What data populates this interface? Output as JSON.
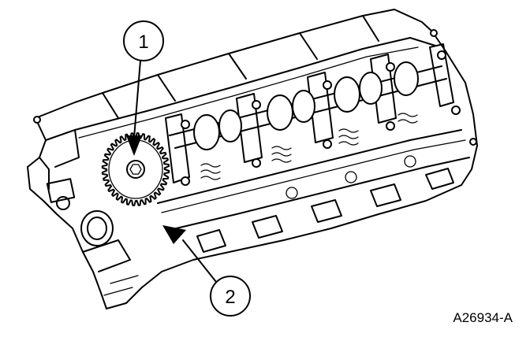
{
  "figure": {
    "code": "A26934-A",
    "callouts": [
      {
        "label": "1"
      },
      {
        "label": "2"
      }
    ],
    "colors": {
      "line": "#000000",
      "background": "#ffffff"
    }
  }
}
